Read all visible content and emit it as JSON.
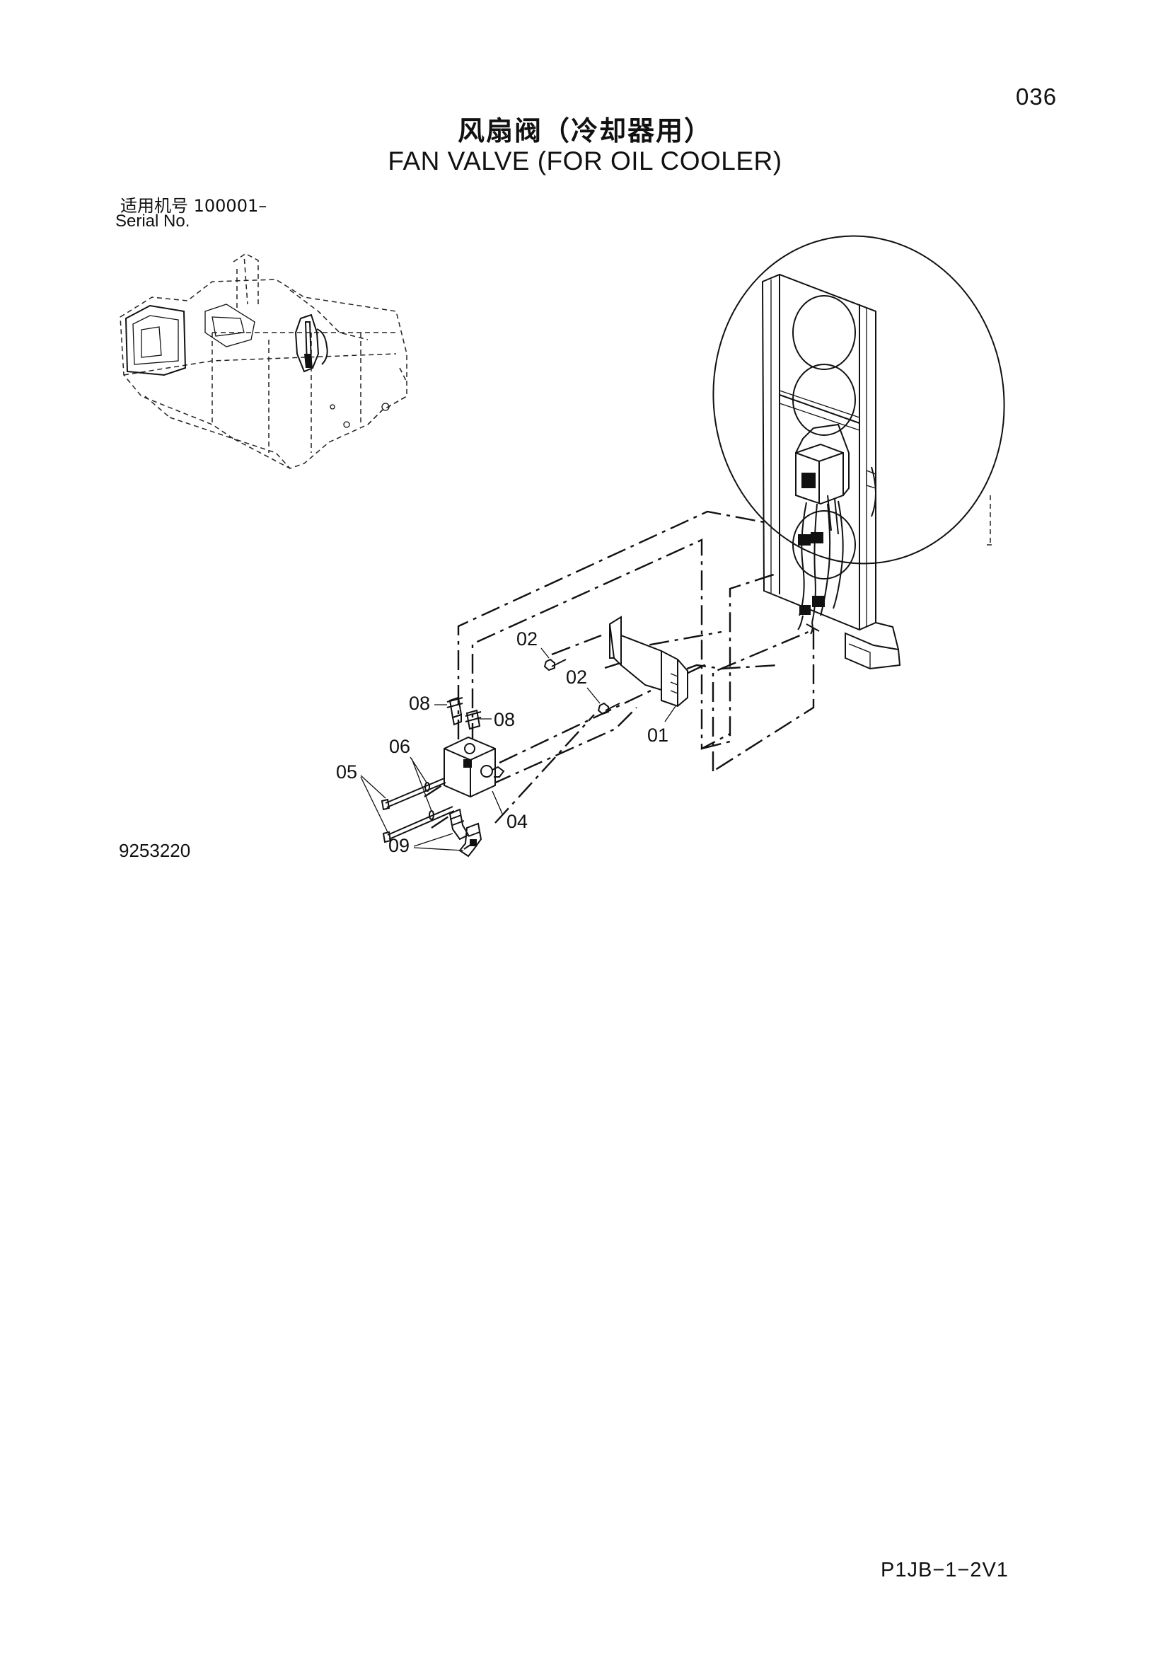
{
  "page": {
    "number": "036",
    "title_cn": "风扇阀（冷却器用）",
    "title_en": "FAN VALVE (FOR OIL COOLER)",
    "serial_cn": "适用机号  100001–",
    "serial_en": "Serial No.",
    "figure_number": "9253220",
    "footer_code": "P1JB−1−2V1"
  },
  "callouts": [
    "01",
    "02",
    "02",
    "04",
    "05",
    "06",
    "08",
    "08",
    "09"
  ]
}
